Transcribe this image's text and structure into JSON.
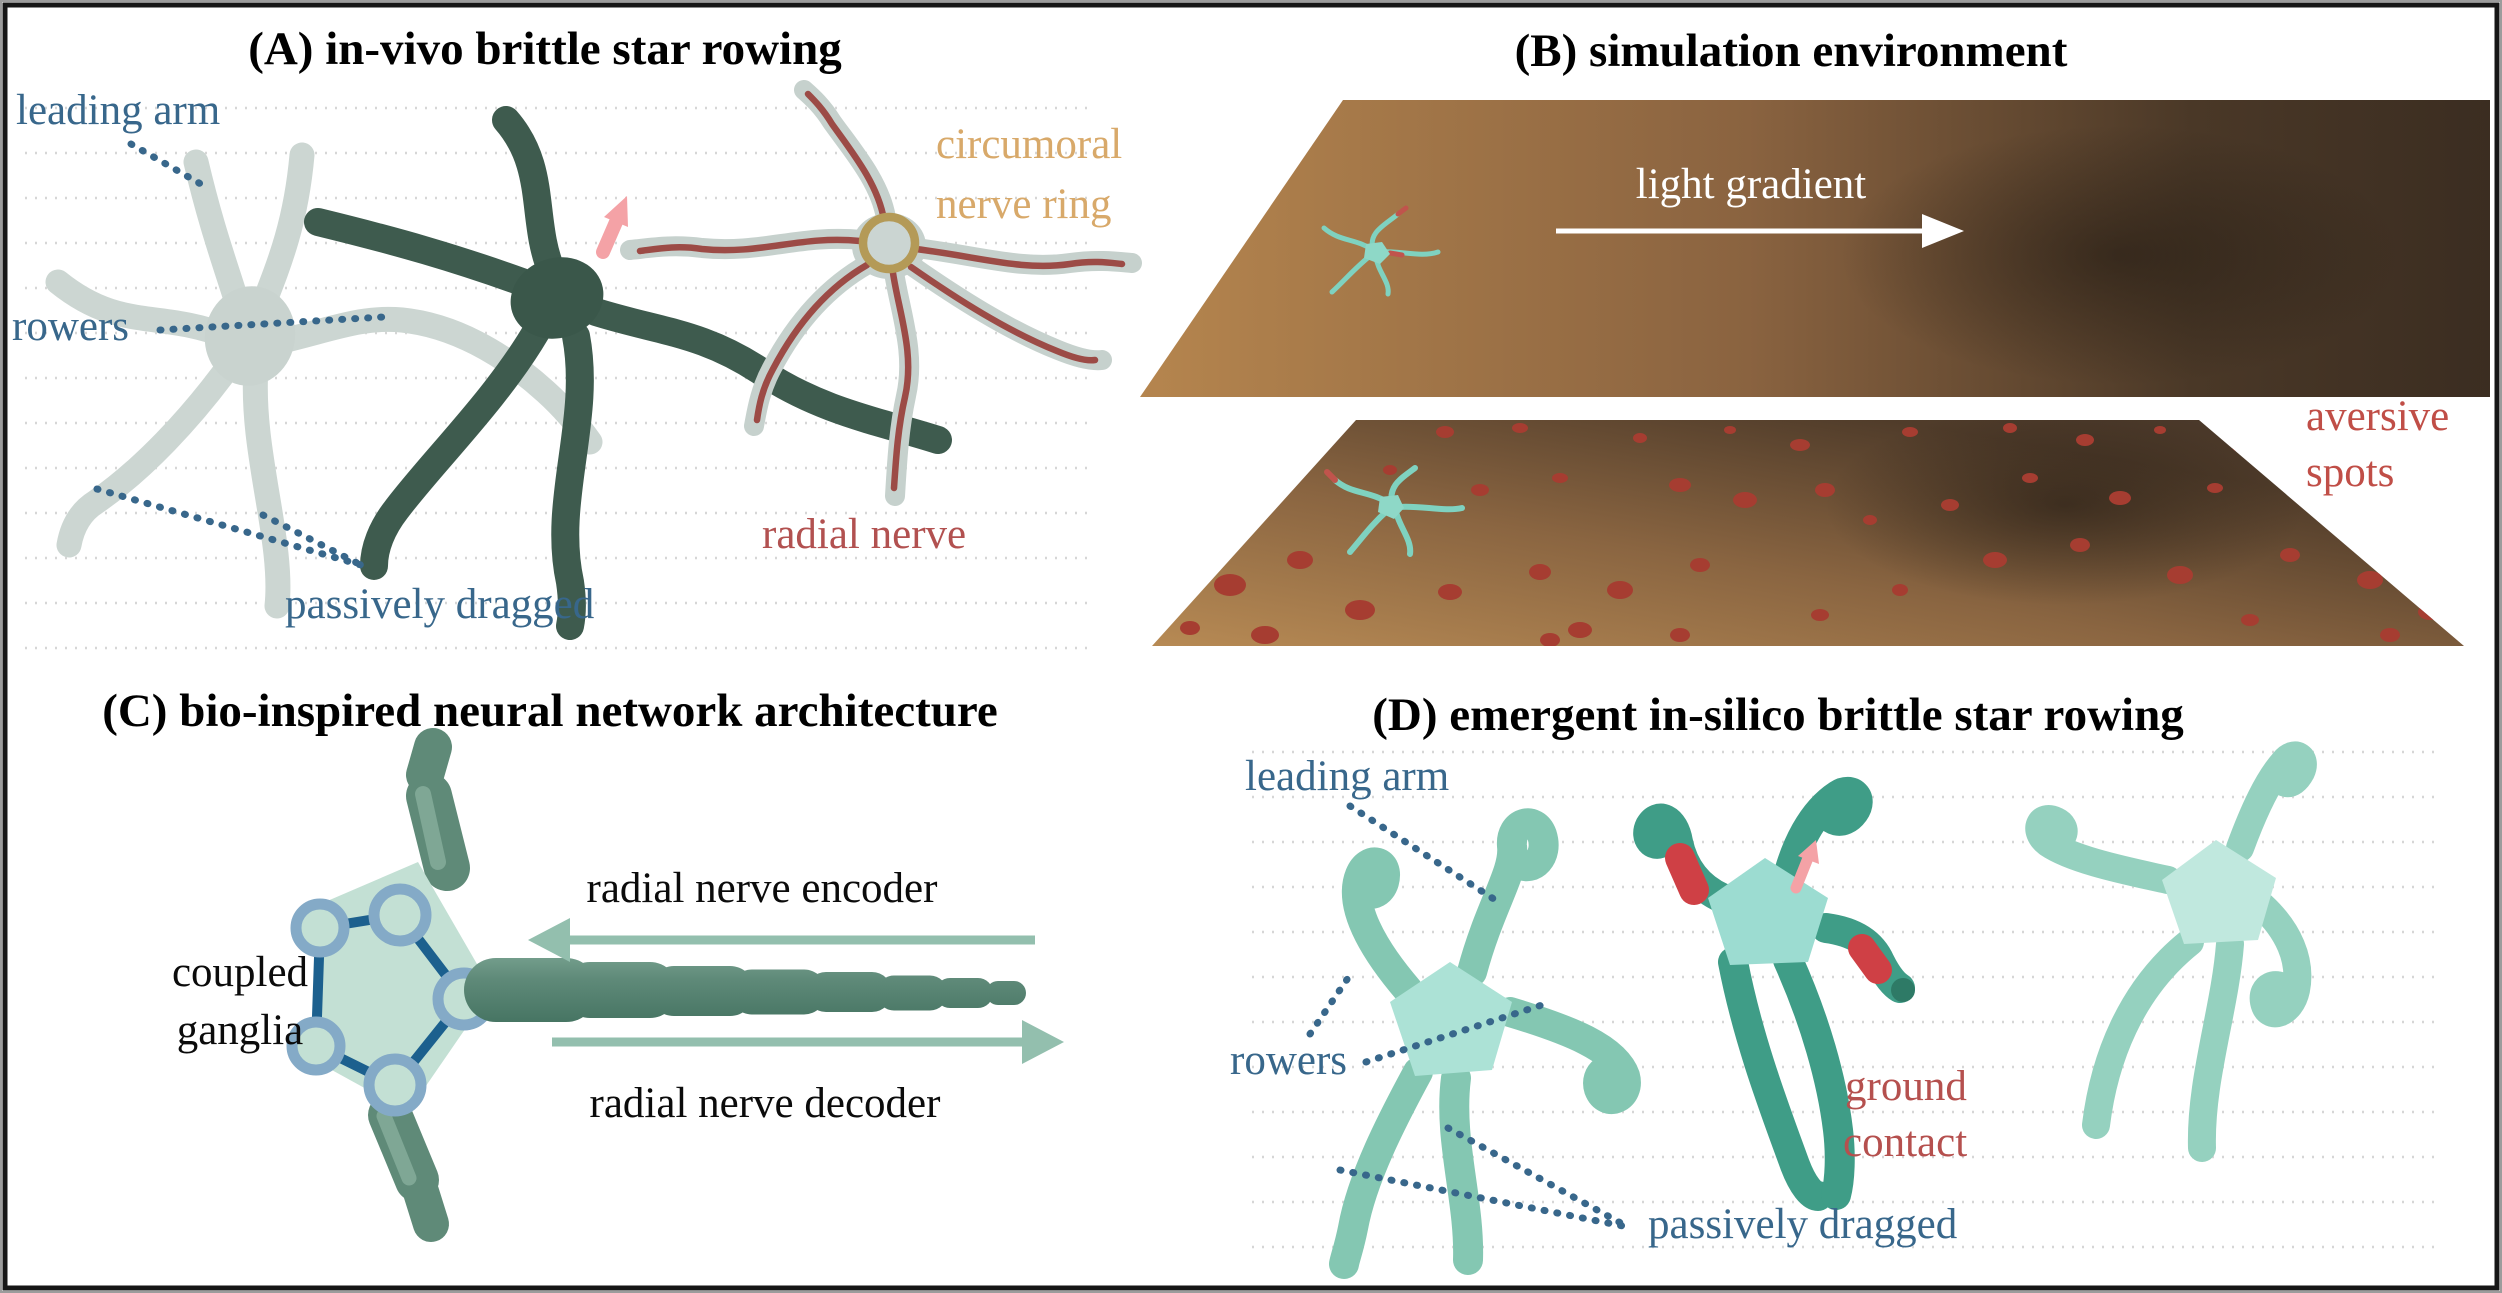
{
  "figure": {
    "panel_a": {
      "title": "(A) in-vivo brittle star rowing",
      "label_leading_arm": "leading arm",
      "label_rowers": "rowers",
      "label_passively_dragged": "passively dragged",
      "label_circumoral_1": "circumoral",
      "label_circumoral_2": "nerve ring",
      "label_radial_nerve": "radial nerve"
    },
    "panel_b": {
      "title": "(B) simulation environment",
      "label_light_gradient": "light gradient",
      "label_aversive_1": "aversive",
      "label_aversive_2": "spots"
    },
    "panel_c": {
      "title": "(C) bio-inspired neural network architecture",
      "label_coupled_1": "coupled",
      "label_coupled_2": "ganglia",
      "label_encoder": "radial nerve encoder",
      "label_decoder": "radial nerve decoder"
    },
    "panel_d": {
      "title": "(D) emergent in-silico brittle star rowing",
      "label_leading_arm": "leading arm",
      "label_rowers": "rowers",
      "label_ground_1": "ground",
      "label_ground_2": "contact",
      "label_passively_dragged": "passively dragged"
    },
    "colors": {
      "annotation_blue": "#38678b",
      "annotation_tan": "#d8a96a",
      "annotation_red": "#b25150",
      "aversive_text_red": "#c04e47",
      "ground_contact_red": "#b5504e",
      "pink_arrow": "#f4a2a6",
      "radial_nerve_line": "#9c4b46",
      "circumoral_ring": "#b49a57",
      "ghost_star": "#ccd6d2",
      "dark_star": "#3e5b4e",
      "plane_brown_light": "#b5854e",
      "plane_brown_dark": "#3b2d21",
      "aversive_spot": "#a63d31",
      "sim_star_teal": "#3f9d87",
      "sim_star_pale": "#84c7b2",
      "red_segment": "#cf4045",
      "body_pentagon": "#c3e0d4",
      "ganglion_ring": "#84aac7",
      "ganglia_link_blue": "#1c608e",
      "teal_arrow": "#93bfae"
    }
  }
}
